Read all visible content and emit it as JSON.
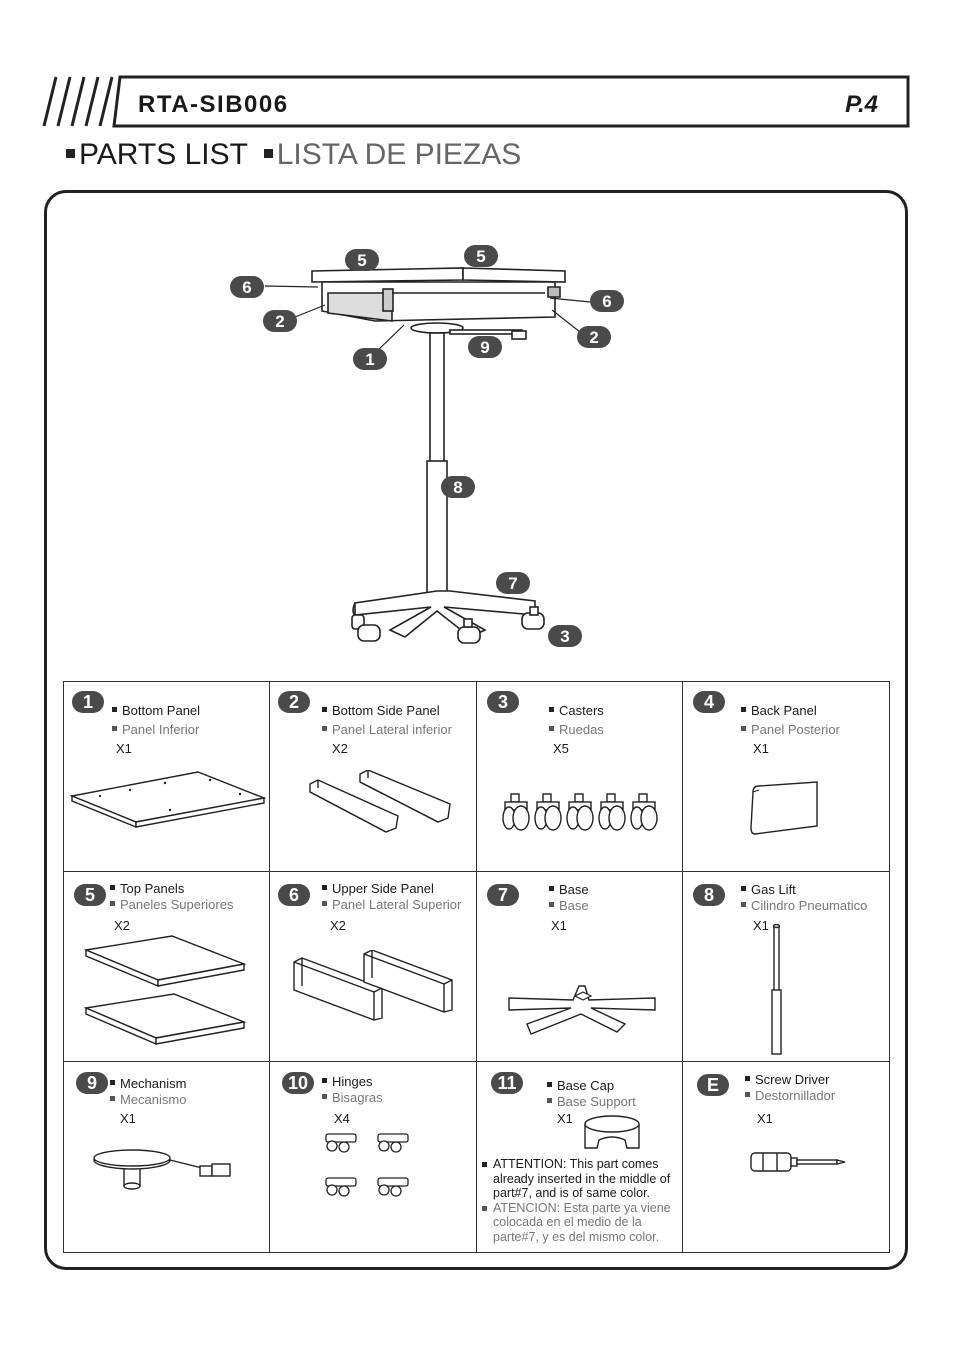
{
  "header": {
    "model": "RTA-SIB006",
    "page": "P.4"
  },
  "section": {
    "title_en": "PARTS LIST",
    "title_es": "LISTA DE PIEZAS"
  },
  "assembly_callouts": [
    "5",
    "5",
    "6",
    "6",
    "2",
    "2",
    "1",
    "9",
    "8",
    "7",
    "3"
  ],
  "parts": [
    {
      "id": "1",
      "name_en": "Bottom Panel",
      "name_es": "Panel Inferior",
      "qty": "X1",
      "icon": "bottom-panel-drawing"
    },
    {
      "id": "2",
      "name_en": "Bottom Side Panel",
      "name_es": "Panel Lateral inferior",
      "qty": "X2",
      "icon": "bottom-side-panel-drawing"
    },
    {
      "id": "3",
      "name_en": "Casters",
      "name_es": "Ruedas",
      "qty": "X5",
      "icon": "casters-drawing"
    },
    {
      "id": "4",
      "name_en": "Back Panel",
      "name_es": "Panel Posterior",
      "qty": "X1",
      "icon": "back-panel-drawing"
    },
    {
      "id": "5",
      "name_en": "Top Panels",
      "name_es": "Paneles Superiores",
      "qty": "X2",
      "icon": "top-panels-drawing"
    },
    {
      "id": "6",
      "name_en": "Upper Side Panel",
      "name_es": "Panel Lateral Superior",
      "qty": "X2",
      "icon": "upper-side-panel-drawing"
    },
    {
      "id": "7",
      "name_en": "Base",
      "name_es": "Base",
      "qty": "X1",
      "icon": "base-drawing"
    },
    {
      "id": "8",
      "name_en": "Gas Lift",
      "name_es": "Cilindro Pneumatico",
      "qty": "X1",
      "icon": "gas-lift-drawing"
    },
    {
      "id": "9",
      "name_en": "Mechanism",
      "name_es": "Mecanismo",
      "qty": "X1",
      "icon": "mechanism-drawing"
    },
    {
      "id": "10",
      "name_en": "Hinges",
      "name_es": "Bisagras",
      "qty": "X4",
      "icon": "hinges-drawing"
    },
    {
      "id": "11",
      "name_en": "Base Cap",
      "name_es": "Base Support",
      "qty": "X1",
      "icon": "base-cap-drawing",
      "note_en": "ATTENTION: This part comes already inserted in the middle of part#7, and is of same color.",
      "note_es": "ATENCION: Esta parte ya viene colocada en el medio de la parte#7, y es del mismo color."
    },
    {
      "id": "E",
      "name_en": "Screw Driver",
      "name_es": "Destornillador",
      "qty": "X1",
      "icon": "screwdriver-drawing"
    }
  ]
}
